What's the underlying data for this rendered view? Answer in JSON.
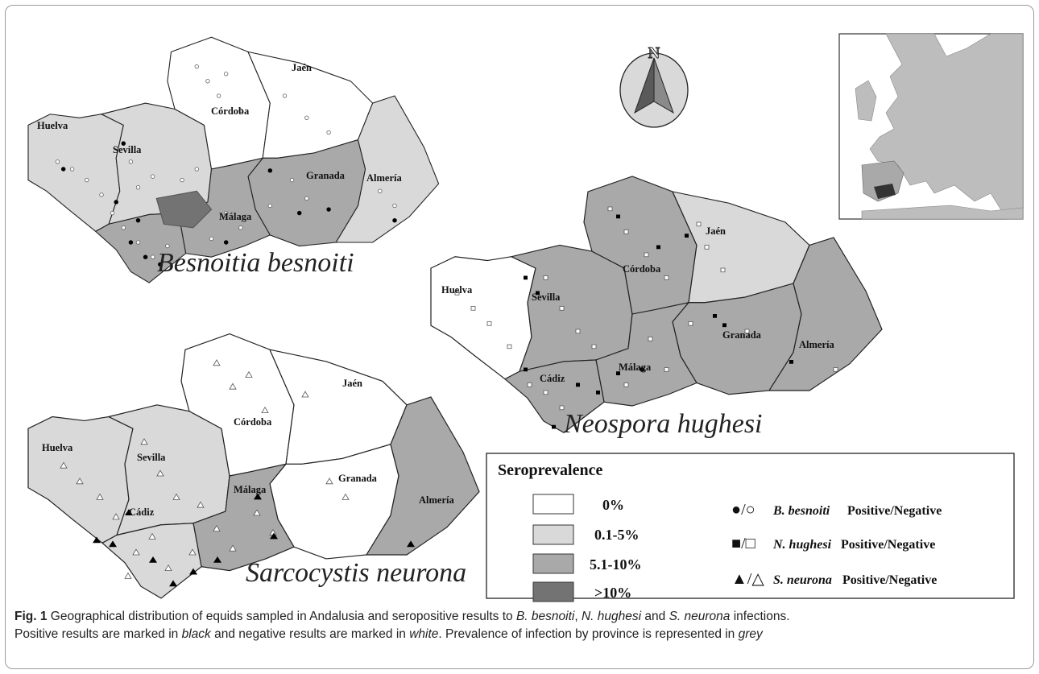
{
  "maps": {
    "besnoitia": {
      "title": "Besnoitia besnoiti",
      "provinces": [
        "Huelva",
        "Sevilla",
        "Córdoba",
        "Jaén",
        "Granada",
        "Almería",
        "Málaga"
      ]
    },
    "neospora": {
      "title": "Neospora hughesi",
      "provinces": [
        "Huelva",
        "Sevilla",
        "Córdoba",
        "Jaén",
        "Granada",
        "Almería",
        "Málaga",
        "Cádiz"
      ]
    },
    "sarcocystis": {
      "title": "Sarcocystis neurona",
      "provinces": [
        "Huelva",
        "Sevilla",
        "Córdoba",
        "Jaén",
        "Granada",
        "Almería",
        "Málaga",
        "Cádiz"
      ]
    }
  },
  "north_label": "N",
  "legend": {
    "title": "Seroprevalence",
    "classes": [
      {
        "label": "0%",
        "color": "#ffffff"
      },
      {
        "label": "0.1-5%",
        "color": "#d9d9d9"
      },
      {
        "label": "5.1-10%",
        "color": "#a9a9a9"
      },
      {
        "label": ">10%",
        "color": "#737373"
      }
    ],
    "symbols": [
      {
        "glyph": "●/○",
        "species": "B. besnoiti",
        "text": "Positive/Negative"
      },
      {
        "glyph": "■/□",
        "species": "N. hughesi",
        "text": "Positive/Negative"
      },
      {
        "glyph": "▲/△",
        "species": "S. neurona",
        "text": "Positive/Negative"
      }
    ]
  },
  "caption": {
    "fig": "Fig. 1",
    "s1": " Geographical distribution of equids sampled in Andalusia and seropositive results to ",
    "sp1": "B. besnoiti",
    "s2": ", ",
    "sp2": "N. hughesi",
    "s3": " and ",
    "sp3": "S. neurona",
    "s4": " infections.",
    "s5": "Positive results are marked in ",
    "black": "black",
    "s6": " and negative results are marked in ",
    "white": "white",
    "s7": ". Prevalence of infection by province is represented in ",
    "grey": "grey"
  }
}
